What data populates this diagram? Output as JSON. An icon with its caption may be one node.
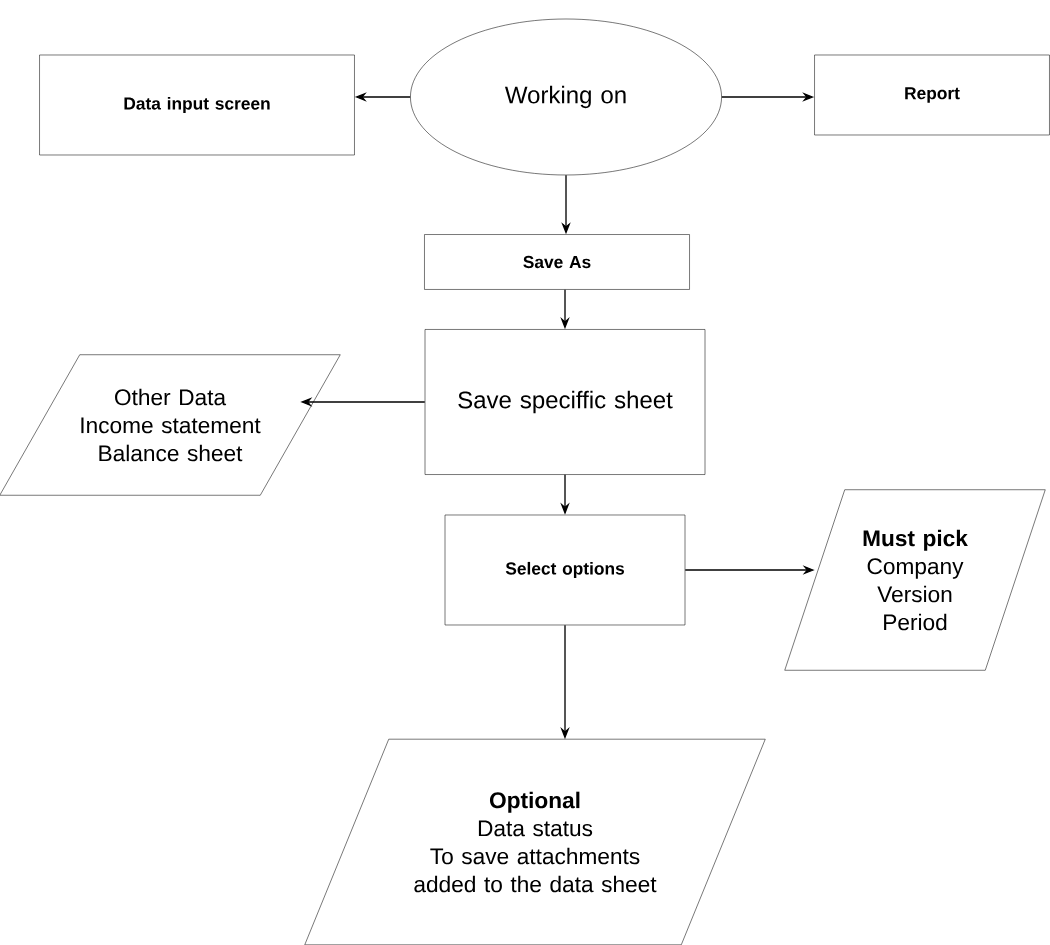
{
  "diagram": {
    "nodes": [
      {
        "text": [
          "Data input screen"
        ]
      },
      {
        "text": [
          "Working on"
        ]
      },
      {
        "text": [
          "Report"
        ]
      },
      {
        "text": [
          "Save As"
        ]
      },
      {
        "text": [
          "Other Data",
          "Income statement",
          "Balance sheet"
        ]
      },
      {
        "text": [
          "Save speciffic sheet"
        ]
      },
      {
        "text": [
          "Select options"
        ]
      },
      {
        "text": [
          "Must pick",
          "Company",
          "Version",
          "Period"
        ]
      },
      {
        "text": [
          "Optional",
          "Data status",
          "To save attachments added to the data sheet"
        ]
      }
    ],
    "edges": [
      {
        "from": 1,
        "to": 0,
        "arrow": "to"
      },
      {
        "from": 1,
        "to": 2,
        "arrow": "to"
      },
      {
        "from": 1,
        "to": 3,
        "arrow": "to"
      },
      {
        "from": 3,
        "to": 5,
        "arrow": "to"
      },
      {
        "from": 5,
        "to": 4,
        "arrow": "to"
      },
      {
        "from": 5,
        "to": 6,
        "arrow": "to"
      },
      {
        "from": 6,
        "to": 7,
        "arrow": "to"
      },
      {
        "from": 6,
        "to": 8,
        "arrow": "to"
      }
    ]
  }
}
